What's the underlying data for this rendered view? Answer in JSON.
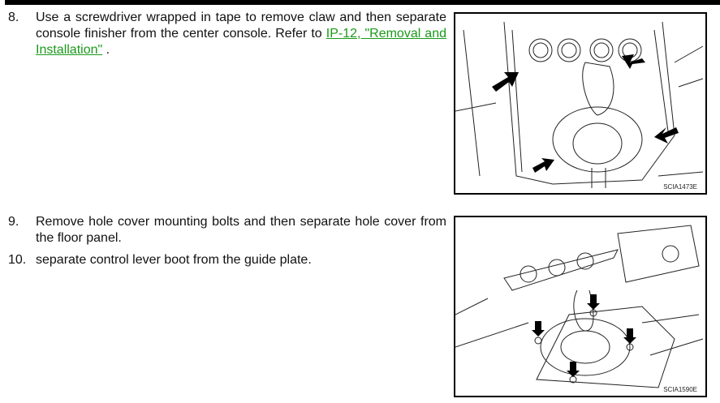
{
  "steps": [
    {
      "number": "8.",
      "text": "Use a screwdriver wrapped in tape to remove claw and then separate console finisher from the center console. Refer to ",
      "link": "IP-12, \"Removal and Installation\"",
      "after": " ."
    },
    {
      "number": "9.",
      "text": "Remove hole cover mounting bolts and then separate hole cover from the floor panel."
    },
    {
      "number": "10.",
      "text": "separate control lever boot from the guide plate."
    }
  ],
  "figures": [
    {
      "code": "SCIA1473E"
    },
    {
      "code": "SCIA1590E"
    }
  ]
}
